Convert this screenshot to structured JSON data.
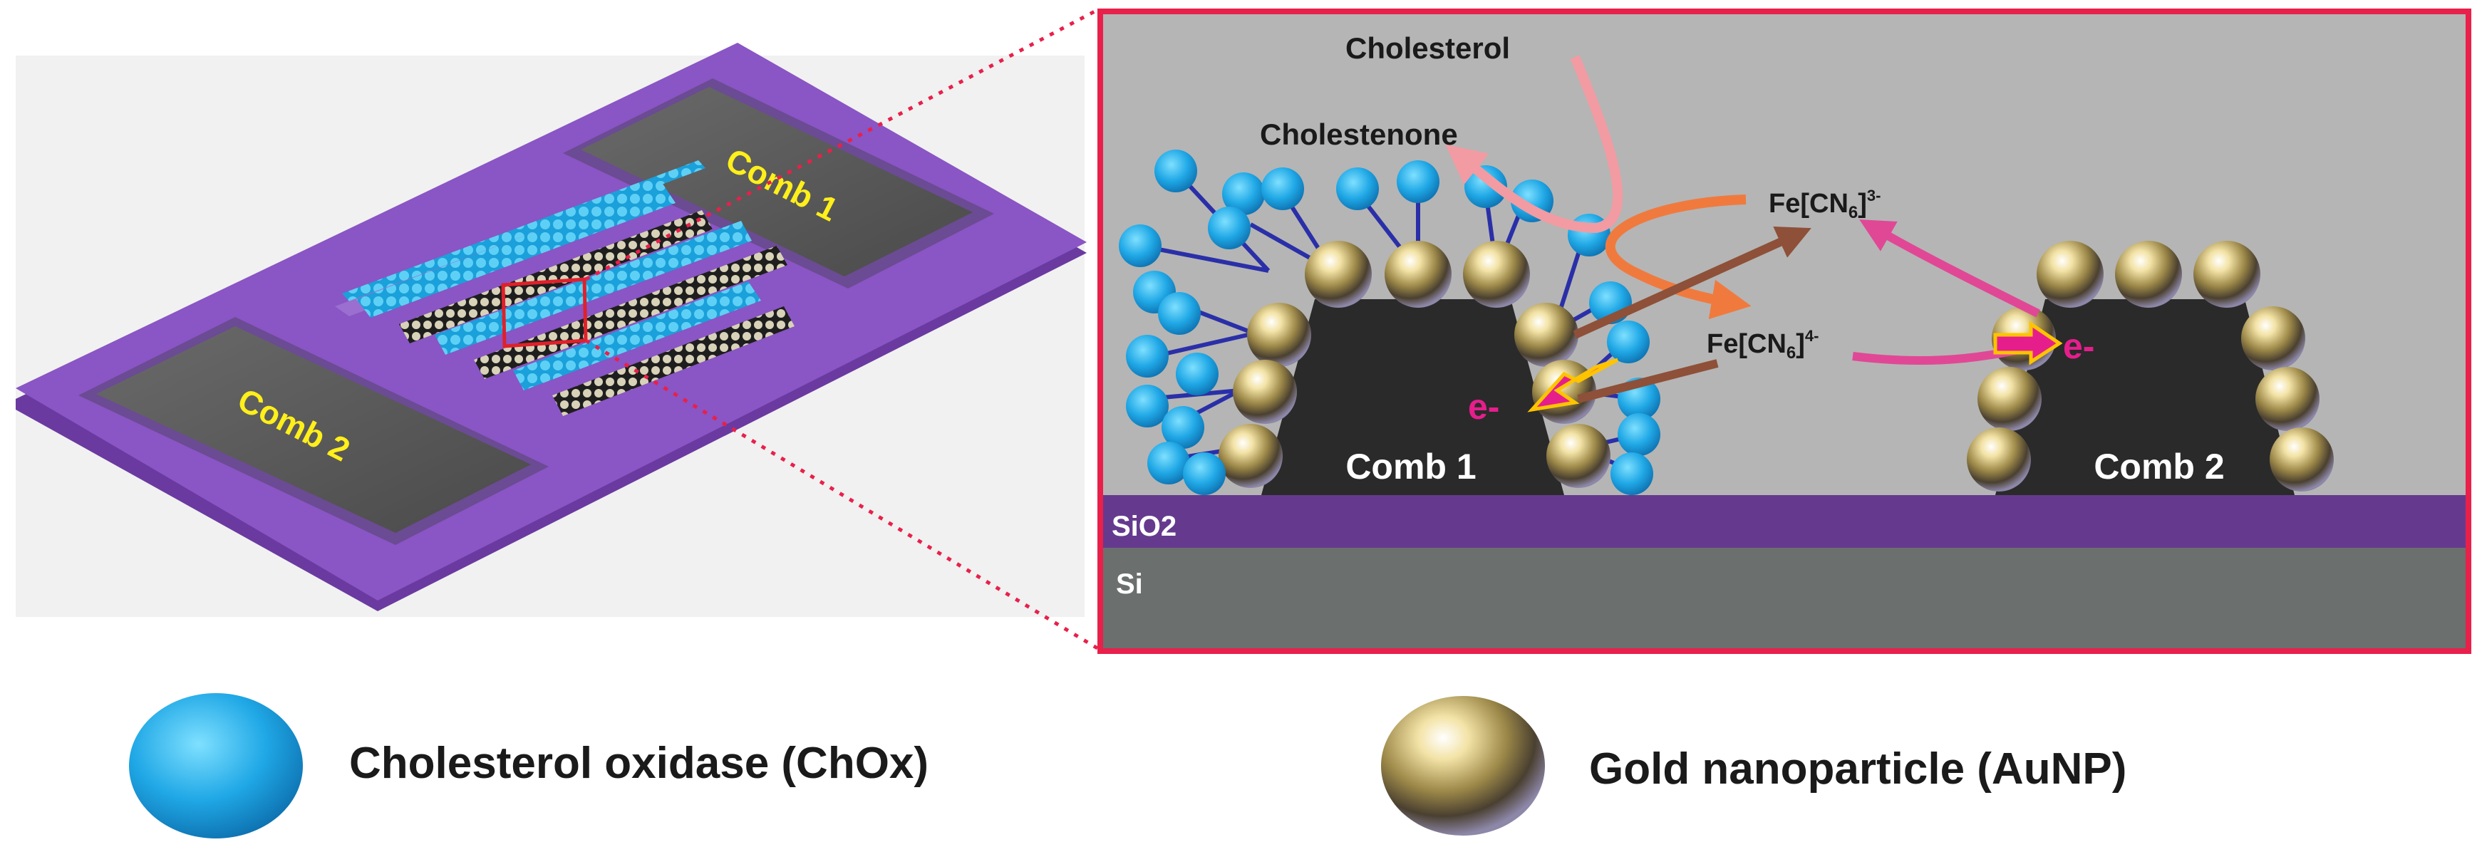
{
  "device": {
    "comb1_label": "Comb 1",
    "comb2_label": "Comb 2"
  },
  "zoom": {
    "cholesterol": "Cholesterol",
    "cholestenone": "Cholestenone",
    "fe3": {
      "base": "Fe[CN",
      "sub": "6",
      "close": "]",
      "sup": "3-"
    },
    "fe4": {
      "base": "Fe[CN",
      "sub": "6",
      "close": "]",
      "sup": "4-"
    },
    "electron_left": "e-",
    "electron_right": "e-",
    "comb1_label": "Comb 1",
    "comb2_label": "Comb 2",
    "sio2_label": "SiO2",
    "si_label": "Si"
  },
  "legend": {
    "chox_label": "Cholesterol oxidase (ChOx)",
    "aunp_label": "Gold nanoparticle (AuNP)"
  },
  "colors": {
    "frame": "#e8204a",
    "purple_substrate": "#8a55c4",
    "sio2": "#653a8e",
    "si": "#6b6f6e",
    "background_zoom": "#b5b5b5",
    "electrode": "#2a2a2a",
    "chox": "#1aa8e0",
    "aunp": "#c2a85c",
    "electron": "#e61e8c"
  }
}
